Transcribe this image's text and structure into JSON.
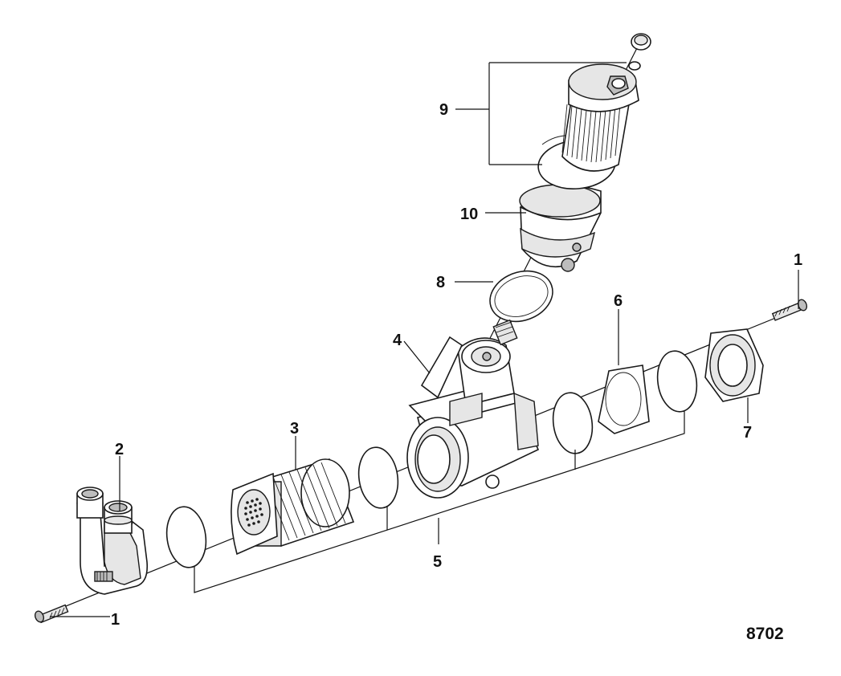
{
  "diagram": {
    "callouts": {
      "c1_right": "1",
      "c1_left": "1",
      "c2": "2",
      "c3": "3",
      "c4": "4",
      "c5": "5",
      "c6": "6",
      "c7": "7",
      "c8": "8",
      "c9": "9",
      "c10": "10"
    },
    "figure_id": "8702"
  }
}
